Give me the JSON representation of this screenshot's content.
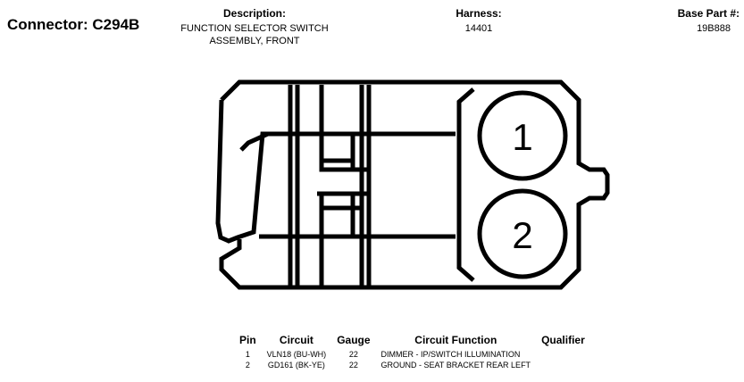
{
  "header": {
    "connector_title": "Connector: C294B",
    "description_label": "Description:",
    "description_value": "FUNCTION SELECTOR SWITCH\nASSEMBLY, FRONT",
    "harness_label": "Harness:",
    "harness_value": "14401",
    "base_part_label": "Base Part #:",
    "base_part_value": "19B888"
  },
  "diagram": {
    "pins": [
      "1",
      "2"
    ]
  },
  "pin_table": {
    "headers": [
      "Pin",
      "Circuit",
      "Gauge",
      "Circuit Function",
      "Qualifier"
    ],
    "rows": [
      {
        "pin": "1",
        "circuit": "VLN18 (BU-WH)",
        "gauge": "22",
        "function": "DIMMER - IP/SWITCH ILLUMINATION",
        "qualifier": ""
      },
      {
        "pin": "2",
        "circuit": "GD161 (BK-YE)",
        "gauge": "22",
        "function": "GROUND - SEAT BRACKET REAR LEFT",
        "qualifier": ""
      }
    ]
  }
}
